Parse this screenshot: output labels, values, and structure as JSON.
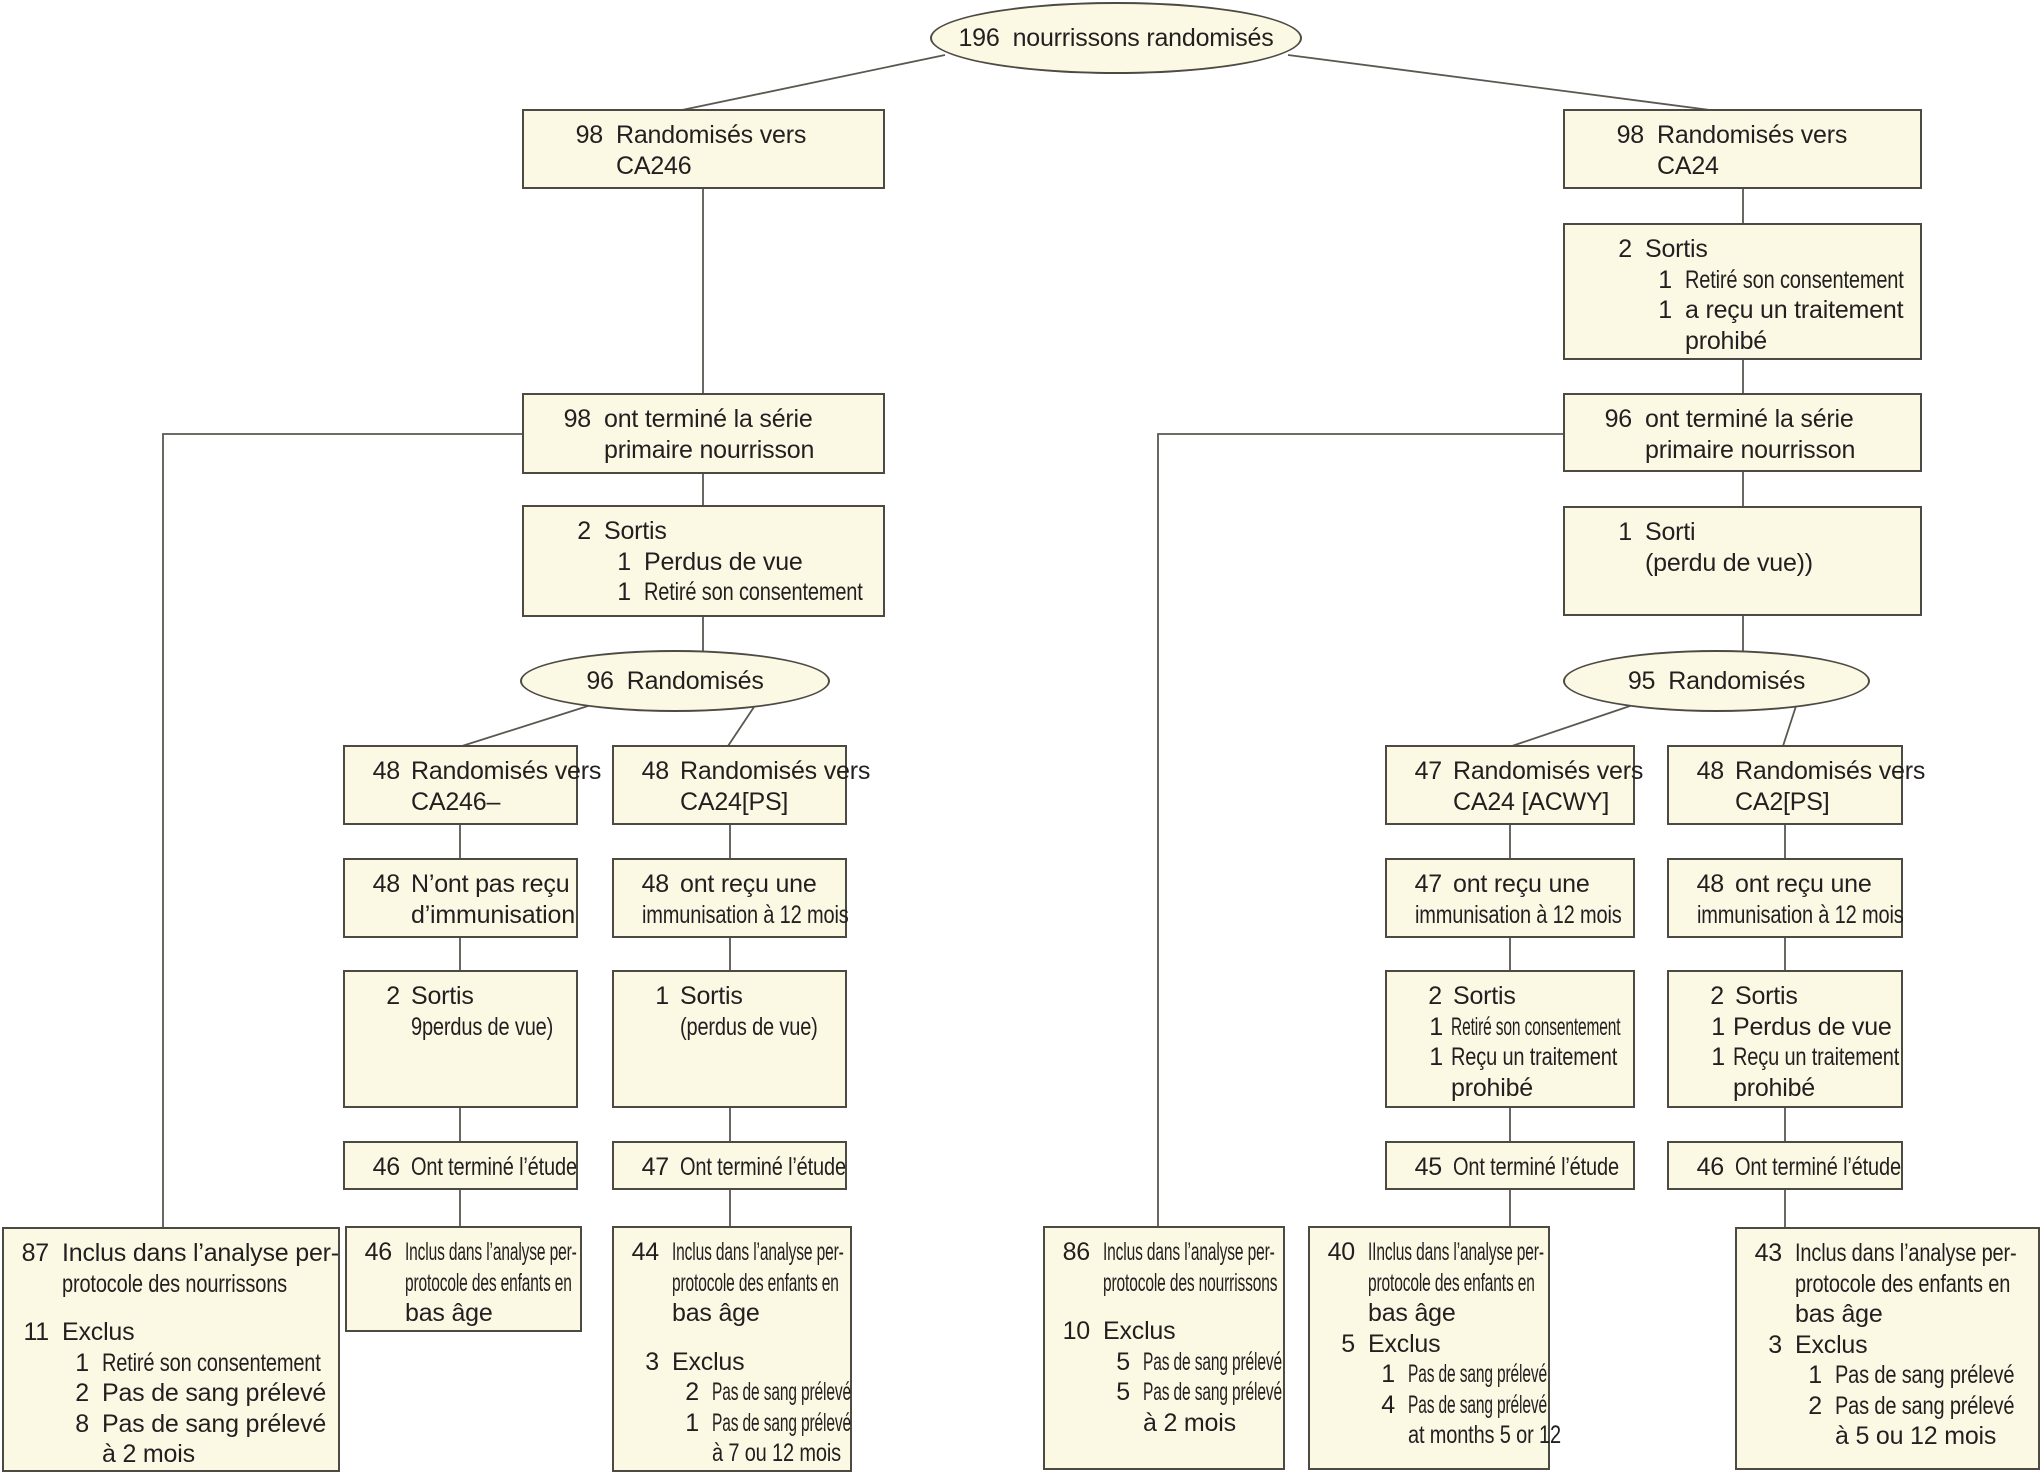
{
  "colors": {
    "box_fill": "#fbf8e3",
    "box_border": "#4c4a42",
    "connector": "#5a5850",
    "text": "#231f20"
  },
  "nodes": {
    "total": {
      "shape": "ellipse",
      "lines": [
        {
          "n": "196",
          "t": "nourrissons randomisés"
        }
      ]
    },
    "ca246_arm": {
      "shape": "box",
      "lines": [
        {
          "n": "98",
          "t": "Randomisés vers"
        },
        {
          "n": "",
          "t": "CA246"
        }
      ]
    },
    "ca24_arm": {
      "shape": "box",
      "lines": [
        {
          "n": "98",
          "t": "Randomisés vers"
        },
        {
          "n": "",
          "t": "CA24"
        }
      ]
    },
    "ca24_wd": {
      "shape": "box",
      "lines": [
        {
          "n": "2",
          "t": "Sortis"
        },
        {
          "n": "1",
          "t": "Retiré son consentement"
        },
        {
          "n": "1",
          "t": "a reçu un traitement"
        },
        {
          "n": "",
          "t": "prohibé"
        }
      ]
    },
    "ca246_primary": {
      "shape": "box",
      "lines": [
        {
          "n": "98",
          "t": "ont terminé la série"
        },
        {
          "n": "",
          "t": "primaire nourrisson"
        }
      ]
    },
    "ca24_primary": {
      "shape": "box",
      "lines": [
        {
          "n": "96",
          "t": "ont terminé la série"
        },
        {
          "n": "",
          "t": "primaire nourrisson"
        }
      ]
    },
    "ca246_wd": {
      "shape": "box",
      "lines": [
        {
          "n": "2",
          "t": "Sortis"
        },
        {
          "n": "1",
          "t": "Perdus de vue"
        },
        {
          "n": "1",
          "t": "Retiré son consentement"
        }
      ]
    },
    "ca24_wd2": {
      "shape": "box",
      "lines": [
        {
          "n": "1",
          "t": "Sorti"
        },
        {
          "n": "",
          "t": "(perdu de vue))"
        }
      ]
    },
    "rerand_left": {
      "shape": "ellipse",
      "lines": [
        {
          "n": "96",
          "t": "Randomisés"
        }
      ]
    },
    "rerand_right": {
      "shape": "ellipse",
      "lines": [
        {
          "n": "95",
          "t": "Randomisés"
        }
      ]
    },
    "a1": {
      "shape": "box",
      "lines": [
        {
          "n": "48",
          "t": "Randomisés vers"
        },
        {
          "n": "",
          "t": "CA246–"
        }
      ]
    },
    "b1": {
      "shape": "box",
      "lines": [
        {
          "n": "48",
          "t": "Randomisés vers"
        },
        {
          "n": "",
          "t": "CA24[PS]"
        }
      ]
    },
    "c1": {
      "shape": "box",
      "lines": [
        {
          "n": "47",
          "t": "Randomisés vers"
        },
        {
          "n": "",
          "t": "CA24 [ACWY]"
        }
      ]
    },
    "d1": {
      "shape": "box",
      "lines": [
        {
          "n": "48",
          "t": "Randomisés vers"
        },
        {
          "n": "",
          "t": "CA2[PS]"
        }
      ]
    },
    "a2": {
      "shape": "box",
      "lines": [
        {
          "n": "48",
          "t": "N’ont pas reçu"
        },
        {
          "n": "",
          "t": "d’immunisation"
        }
      ]
    },
    "b2": {
      "shape": "box",
      "lines": [
        {
          "n": "48",
          "t": "ont reçu une"
        },
        {
          "n": "",
          "t": "immunisation à 12 mois"
        }
      ]
    },
    "c2": {
      "shape": "box",
      "lines": [
        {
          "n": "47",
          "t": "ont reçu une"
        },
        {
          "n": "",
          "t": "immunisation à 12 mois"
        }
      ]
    },
    "d2": {
      "shape": "box",
      "lines": [
        {
          "n": "48",
          "t": "ont reçu une"
        },
        {
          "n": "",
          "t": "immunisation à 12 mois"
        }
      ]
    },
    "a3": {
      "shape": "box",
      "lines": [
        {
          "n": "2",
          "t": "Sortis"
        },
        {
          "n": "",
          "t": "9perdus de vue)"
        }
      ]
    },
    "b3": {
      "shape": "box",
      "lines": [
        {
          "n": "1",
          "t": "Sortis"
        },
        {
          "n": "",
          "t": "(perdus de vue)"
        }
      ]
    },
    "c3": {
      "shape": "box",
      "lines": [
        {
          "n": "2",
          "t": "Sortis"
        },
        {
          "n": "1",
          "t": "Retiré son consentement"
        },
        {
          "n": "1",
          "t": "Reçu un traitement"
        },
        {
          "n": "",
          "t": "prohibé"
        }
      ]
    },
    "d3": {
      "shape": "box",
      "lines": [
        {
          "n": "2",
          "t": "Sortis"
        },
        {
          "n": "1",
          "t": "Perdus de vue"
        },
        {
          "n": "1",
          "t": "Reçu un traitement"
        },
        {
          "n": "",
          "t": "prohibé"
        }
      ]
    },
    "a4": {
      "shape": "box",
      "lines": [
        {
          "n": "46",
          "t": "Ont terminé l’étude"
        }
      ]
    },
    "b4": {
      "shape": "box",
      "lines": [
        {
          "n": "47",
          "t": "Ont terminé l’étude"
        }
      ]
    },
    "c4": {
      "shape": "box",
      "lines": [
        {
          "n": "45",
          "t": "Ont terminé l’étude"
        }
      ]
    },
    "d4": {
      "shape": "box",
      "lines": [
        {
          "n": "46",
          "t": "Ont terminé l’étude"
        }
      ]
    },
    "f1": {
      "shape": "box",
      "lines": [
        {
          "n": "87",
          "t": "Inclus dans l’analyse per-"
        },
        {
          "n": "",
          "t": "protocole des nourrissons"
        },
        {
          "n": "11",
          "t": "Exclus"
        },
        {
          "n": "1",
          "t": "Retiré son consentement"
        },
        {
          "n": "2",
          "t": "Pas de sang prélevé"
        },
        {
          "n": "8",
          "t": "Pas de sang prélevé"
        },
        {
          "n": "",
          "t": "à 2 mois"
        }
      ]
    },
    "f2": {
      "shape": "box",
      "lines": [
        {
          "n": "46",
          "t": "Inclus dans l’analyse per-"
        },
        {
          "n": "",
          "t": "protocole des enfants en"
        },
        {
          "n": "",
          "t": "bas âge"
        }
      ]
    },
    "f3": {
      "shape": "box",
      "lines": [
        {
          "n": "44",
          "t": "Inclus dans l’analyse per-"
        },
        {
          "n": "",
          "t": "protocole des enfants en"
        },
        {
          "n": "",
          "t": "bas âge"
        },
        {
          "n": "3",
          "t": "Exclus"
        },
        {
          "n": "2",
          "t": "Pas de sang prélevé"
        },
        {
          "n": "1",
          "t": "Pas de sang prélevé"
        },
        {
          "n": "",
          "t": "à 7 ou 12 mois"
        }
      ]
    },
    "f4": {
      "shape": "box",
      "lines": [
        {
          "n": "86",
          "t": "Inclus dans l’analyse per-"
        },
        {
          "n": "",
          "t": "protocole des nourrissons"
        },
        {
          "n": "10",
          "t": "Exclus"
        },
        {
          "n": "5",
          "t": "Pas de sang prélevé"
        },
        {
          "n": "5",
          "t": "Pas de sang prélevé"
        },
        {
          "n": "",
          "t": "à 2 mois"
        }
      ]
    },
    "f5": {
      "shape": "box",
      "lines": [
        {
          "n": "40",
          "t": "IInclus dans l’analyse per-"
        },
        {
          "n": "",
          "t": "protocole des enfants en"
        },
        {
          "n": "",
          "t": "bas âge"
        },
        {
          "n": "5",
          "t": "Exclus"
        },
        {
          "n": "1",
          "t": "Pas de sang prélevé"
        },
        {
          "n": "4",
          "t": "Pas de sang prélevé"
        },
        {
          "n": "",
          "t": "at months 5 or 12"
        }
      ]
    },
    "f6": {
      "shape": "box",
      "lines": [
        {
          "n": "43",
          "t": "Inclus dans l’analyse per-"
        },
        {
          "n": "",
          "t": "protocole des enfants en"
        },
        {
          "n": "",
          "t": "bas âge"
        },
        {
          "n": "3",
          "t": "Exclus"
        },
        {
          "n": "1",
          "t": "Pas de sang prélevé"
        },
        {
          "n": "2",
          "t": "Pas de sang prélevé"
        },
        {
          "n": "",
          "t": "à 5 ou 12 mois"
        }
      ]
    }
  }
}
